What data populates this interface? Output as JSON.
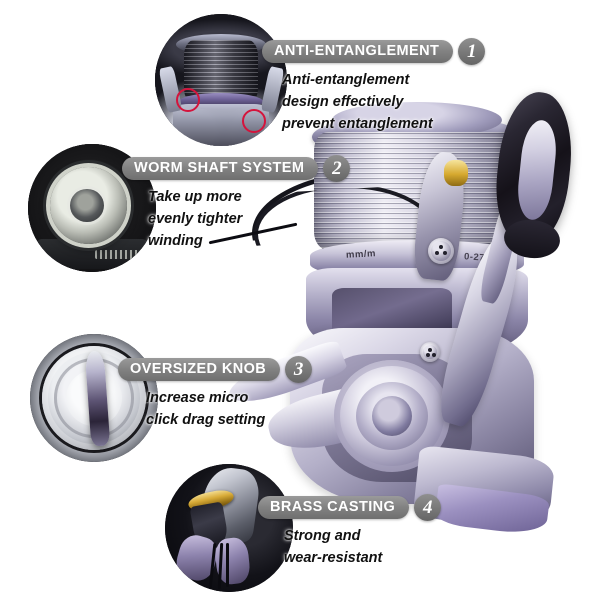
{
  "meta": {
    "background_color": "#ffffff",
    "accent_gray": "#828282",
    "badge_gray": "#787878",
    "highlight_red": "#d4143c",
    "brass_gold": "#d8ab38",
    "product_purple": "#9b90c0",
    "product_silver": "#cfccdd"
  },
  "product": {
    "name": "spinning-fishing-reel",
    "spool_marking_left": "mm/m",
    "spool_marking_right": "0-27"
  },
  "features": [
    {
      "number": "1",
      "title": "ANTI-ENTANGLEMENT",
      "lines": [
        "Anti-entanglement",
        "design effectively",
        "prevent entanglement"
      ],
      "inset": "spool-closeup"
    },
    {
      "number": "2",
      "title": "WORM SHAFT SYSTEM",
      "lines": [
        "Take up more",
        "evenly tighter",
        "winding"
      ],
      "inset": "worm-shaft-closeup"
    },
    {
      "number": "3",
      "title": "OVERSIZED KNOB",
      "lines": [
        "Increase micro",
        "click drag setting"
      ],
      "inset": "drag-knob-closeup"
    },
    {
      "number": "4",
      "title": "BRASS CASTING",
      "lines": [
        "Strong and",
        "wear-resistant"
      ],
      "inset": "brass-casting-closeup"
    }
  ]
}
